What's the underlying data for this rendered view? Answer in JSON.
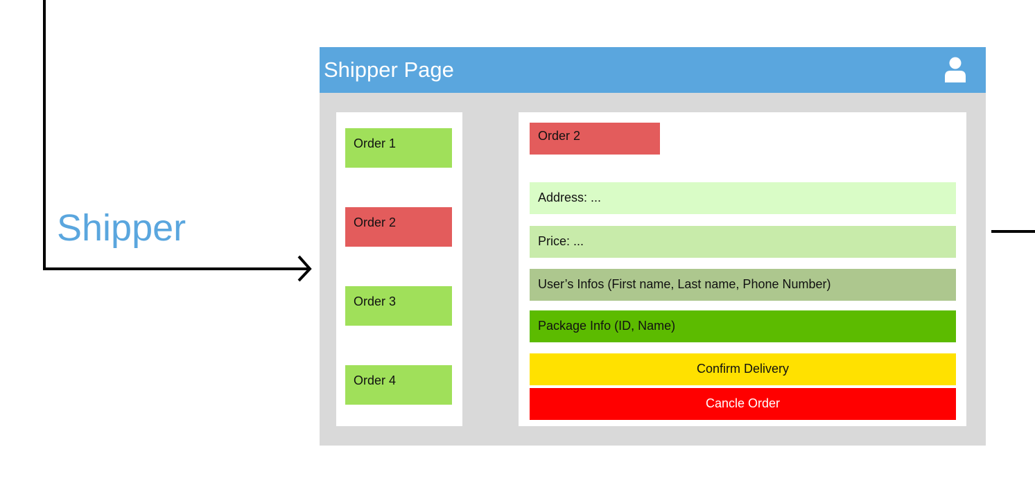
{
  "actor": {
    "label": "Shipper"
  },
  "header": {
    "title": "Shipper Page",
    "user_icon": "user-icon"
  },
  "sidebar": {
    "orders": [
      {
        "label": "Order 1",
        "status": "green"
      },
      {
        "label": "Order 2",
        "status": "red"
      },
      {
        "label": "Order 3",
        "status": "green"
      },
      {
        "label": "Order 4",
        "status": "green"
      }
    ]
  },
  "detail": {
    "title": "Order 2",
    "address": "Address: ...",
    "price": "Price: ...",
    "user_infos": "User’s Infos (First name, Last name, Phone Number)",
    "package_info": "Package Info (ID, Name)",
    "confirm_label": "Confirm Delivery",
    "cancel_label": "Cancle Order"
  },
  "colors": {
    "header": "#5aa6de",
    "frame": "#d9d9d9",
    "order_green": "#a0e05a",
    "order_red": "#e35c5c",
    "address_bg": "#d9fcc6",
    "price_bg": "#c8ebaa",
    "user_infos_bg": "#adc78e",
    "package_info_bg": "#5cbb00",
    "confirm_bg": "#ffe100",
    "cancel_bg": "#ff0000"
  }
}
